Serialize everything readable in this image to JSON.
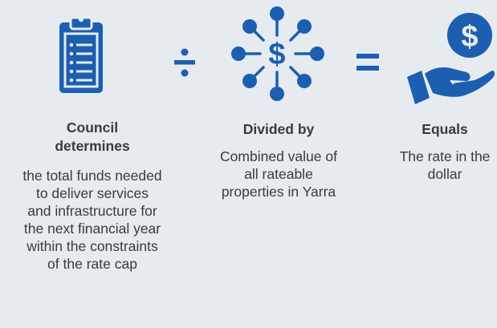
{
  "colors": {
    "background": "#e6ebf0",
    "icon_blue": "#1c5fb0",
    "text": "#3a3a3a"
  },
  "steps": [
    {
      "icon": "clipboard-icon",
      "title": "Council determines",
      "body": "the total funds needed to deliver services and infrastructure for the next financial year within the constraints of the rate cap"
    },
    {
      "icon": "money-network-icon",
      "title": "Divided by",
      "body": "Combined value of all rateable properties in Yarra"
    },
    {
      "icon": "hand-coin-icon",
      "title": "Equals",
      "body": "The rate in the dollar"
    }
  ],
  "operators": {
    "divide": "÷",
    "equals": "="
  }
}
